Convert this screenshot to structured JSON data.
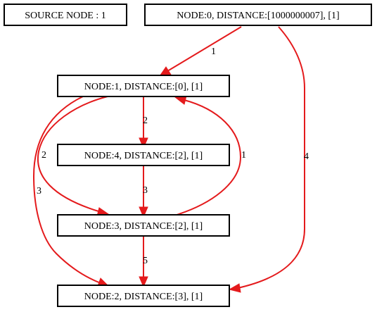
{
  "header": {
    "source_label": "SOURCE NODE : 1"
  },
  "colors": {
    "edge": "#e41a1c",
    "node_border": "#000000",
    "background": "#ffffff"
  },
  "nodes": {
    "n0": {
      "label": "NODE:0, DISTANCE:[1000000007], [1]"
    },
    "n1": {
      "label": "NODE:1, DISTANCE:[0], [1]"
    },
    "n4": {
      "label": "NODE:4, DISTANCE:[2], [1]"
    },
    "n3": {
      "label": "NODE:3, DISTANCE:[2], [1]"
    },
    "n2": {
      "label": "NODE:2, DISTANCE:[3], [1]"
    }
  },
  "edges": {
    "e0_1": {
      "from": "0",
      "to": "1",
      "weight": "1"
    },
    "e0_2": {
      "from": "0",
      "to": "2",
      "weight": "4"
    },
    "e1_4": {
      "from": "1",
      "to": "4",
      "weight": "2"
    },
    "e1_3": {
      "from": "1",
      "to": "3",
      "weight": "2"
    },
    "e1_2": {
      "from": "1",
      "to": "2",
      "weight": "3"
    },
    "e4_3": {
      "from": "4",
      "to": "3",
      "weight": "3"
    },
    "e3_1": {
      "from": "3",
      "to": "1",
      "weight": "1"
    },
    "e3_2": {
      "from": "3",
      "to": "2",
      "weight": "5"
    }
  }
}
